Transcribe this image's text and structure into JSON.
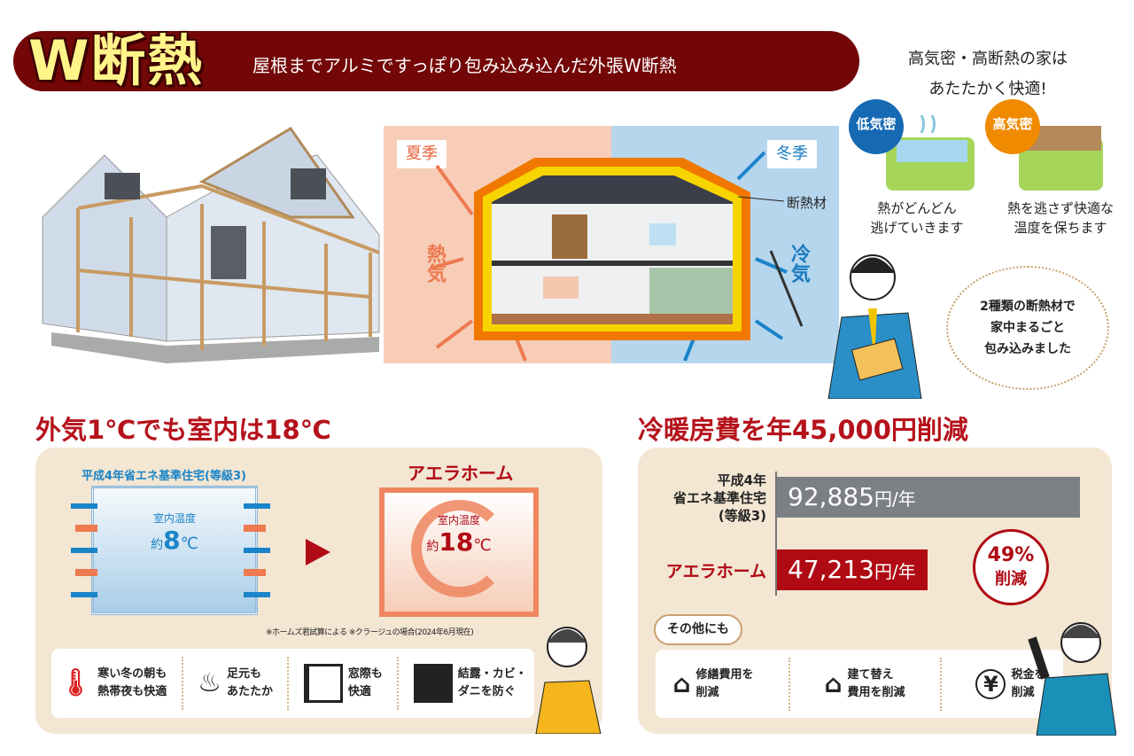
{
  "header": {
    "logo": "W断熱",
    "subtitle": "屋根までアルミですっぽり包み込み込んだ外張W断熱"
  },
  "comfort": {
    "line1": "高気密・高断熱の家は",
    "line2": "あたたかく快適!",
    "low": {
      "tag": "低気密",
      "cap1": "熱がどんどん",
      "cap2": "逃げていきます",
      "color": "#1669b3"
    },
    "high": {
      "tag": "高気密",
      "cap1": "熱を逃さず快適な",
      "cap2": "温度を保ちます",
      "color": "#f08a00"
    }
  },
  "diagram": {
    "summer": "夏季",
    "winter": "冬季",
    "hot_air": "熱気",
    "cold_air": "冷気",
    "insulation": "断熱材"
  },
  "speech": {
    "l1": "2種類の断熱材で",
    "l2": "家中まるごと",
    "l3": "包み込みました"
  },
  "temp_section": {
    "heading": "外気1℃でも室内は18℃",
    "old": {
      "label": "平成4年省エネ基準住宅(等級3)",
      "caption": "室内温度",
      "prefix": "約",
      "value": "8",
      "unit": "℃"
    },
    "new": {
      "label": "アエラホーム",
      "caption": "室内温度",
      "prefix": "約",
      "value": "18",
      "unit": "℃"
    },
    "note": "※ホームズ君試算による ※クラージュの場合(2024年6月現在)",
    "features": [
      {
        "l1": "寒い冬の朝も",
        "l2": "熱帯夜も快適"
      },
      {
        "l1": "足元も",
        "l2": "あたたか"
      },
      {
        "l1": "窓際も",
        "l2": "快適"
      },
      {
        "l1": "結露・カビ・",
        "l2": "ダニを防ぐ"
      }
    ]
  },
  "cost_section": {
    "heading": "冷暖房費を年45,000円削減",
    "old": {
      "l1": "平成4年",
      "l2": "省エネ基準住宅",
      "l3": "(等級3)",
      "amount": "92,885",
      "unit": "円/年",
      "value": 92885,
      "color": "#7c7f84"
    },
    "new": {
      "label": "アエラホーム",
      "amount": "47,213",
      "unit": "円/年",
      "value": 47213,
      "color": "#b00a14"
    },
    "reduction": {
      "pct": "49%",
      "word": "削減"
    },
    "others_label": "その他にも",
    "others": [
      {
        "l1": "修繕費用を",
        "l2": "削減"
      },
      {
        "l1": "建て替え",
        "l2": "費用を削減"
      },
      {
        "l1": "税金を",
        "l2": "削減"
      }
    ]
  }
}
